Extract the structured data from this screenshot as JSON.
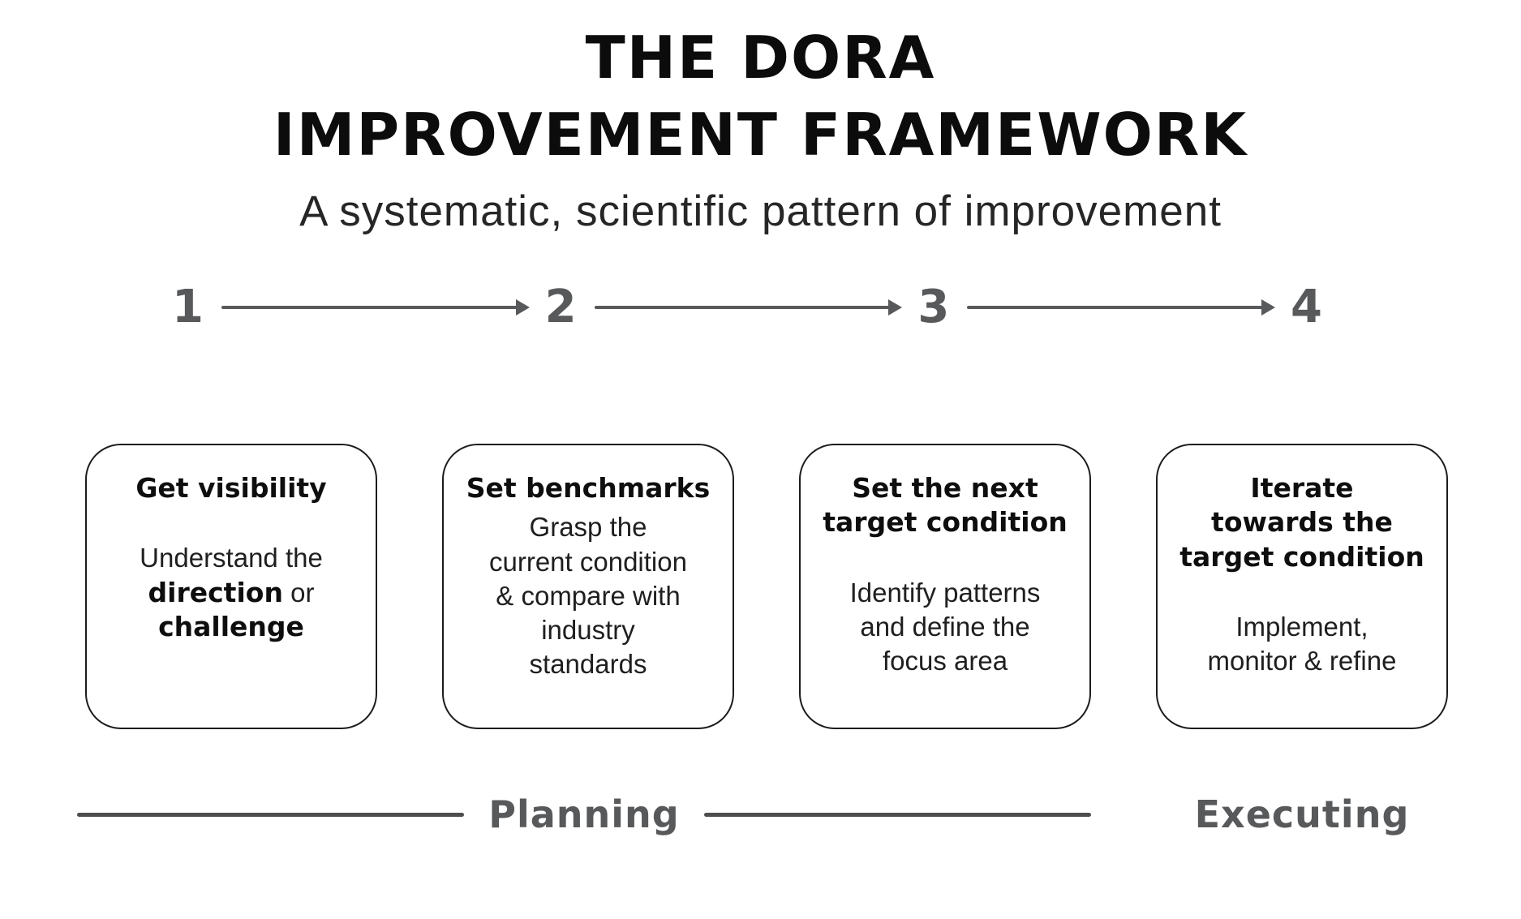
{
  "title": {
    "line1": "THE DORA",
    "line2": "IMPROVEMENT FRAMEWORK"
  },
  "subtitle": "A systematic, scientific pattern of improvement",
  "steps": [
    "1",
    "2",
    "3",
    "4"
  ],
  "boxes": [
    {
      "title_lines": [
        "Get visibility"
      ],
      "body": {
        "line1": "Understand the",
        "bold1": "direction",
        "sep": "or",
        "bold2": "challenge"
      }
    },
    {
      "title_lines": [
        "Set benchmarks"
      ],
      "body_lines": [
        "Grasp the",
        "current condition",
        "& compare with",
        "industry",
        "standards"
      ]
    },
    {
      "title_lines": [
        "Set the next",
        "target condition"
      ],
      "body_lines": [
        "Identify patterns",
        "and define the",
        "focus area"
      ]
    },
    {
      "title_lines": [
        "Iterate",
        "towards the",
        "target condition"
      ],
      "body_lines": [
        "Implement,",
        "monitor & refine"
      ]
    }
  ],
  "footer": {
    "planning_label": "Planning",
    "executing_label": "Executing"
  },
  "colors": {
    "background": "#ffffff",
    "title_text": "#0c0c0c",
    "muted_gray": "#58595b",
    "box_border": "#1c1c1c",
    "divider_line": "#4d4d4d"
  }
}
